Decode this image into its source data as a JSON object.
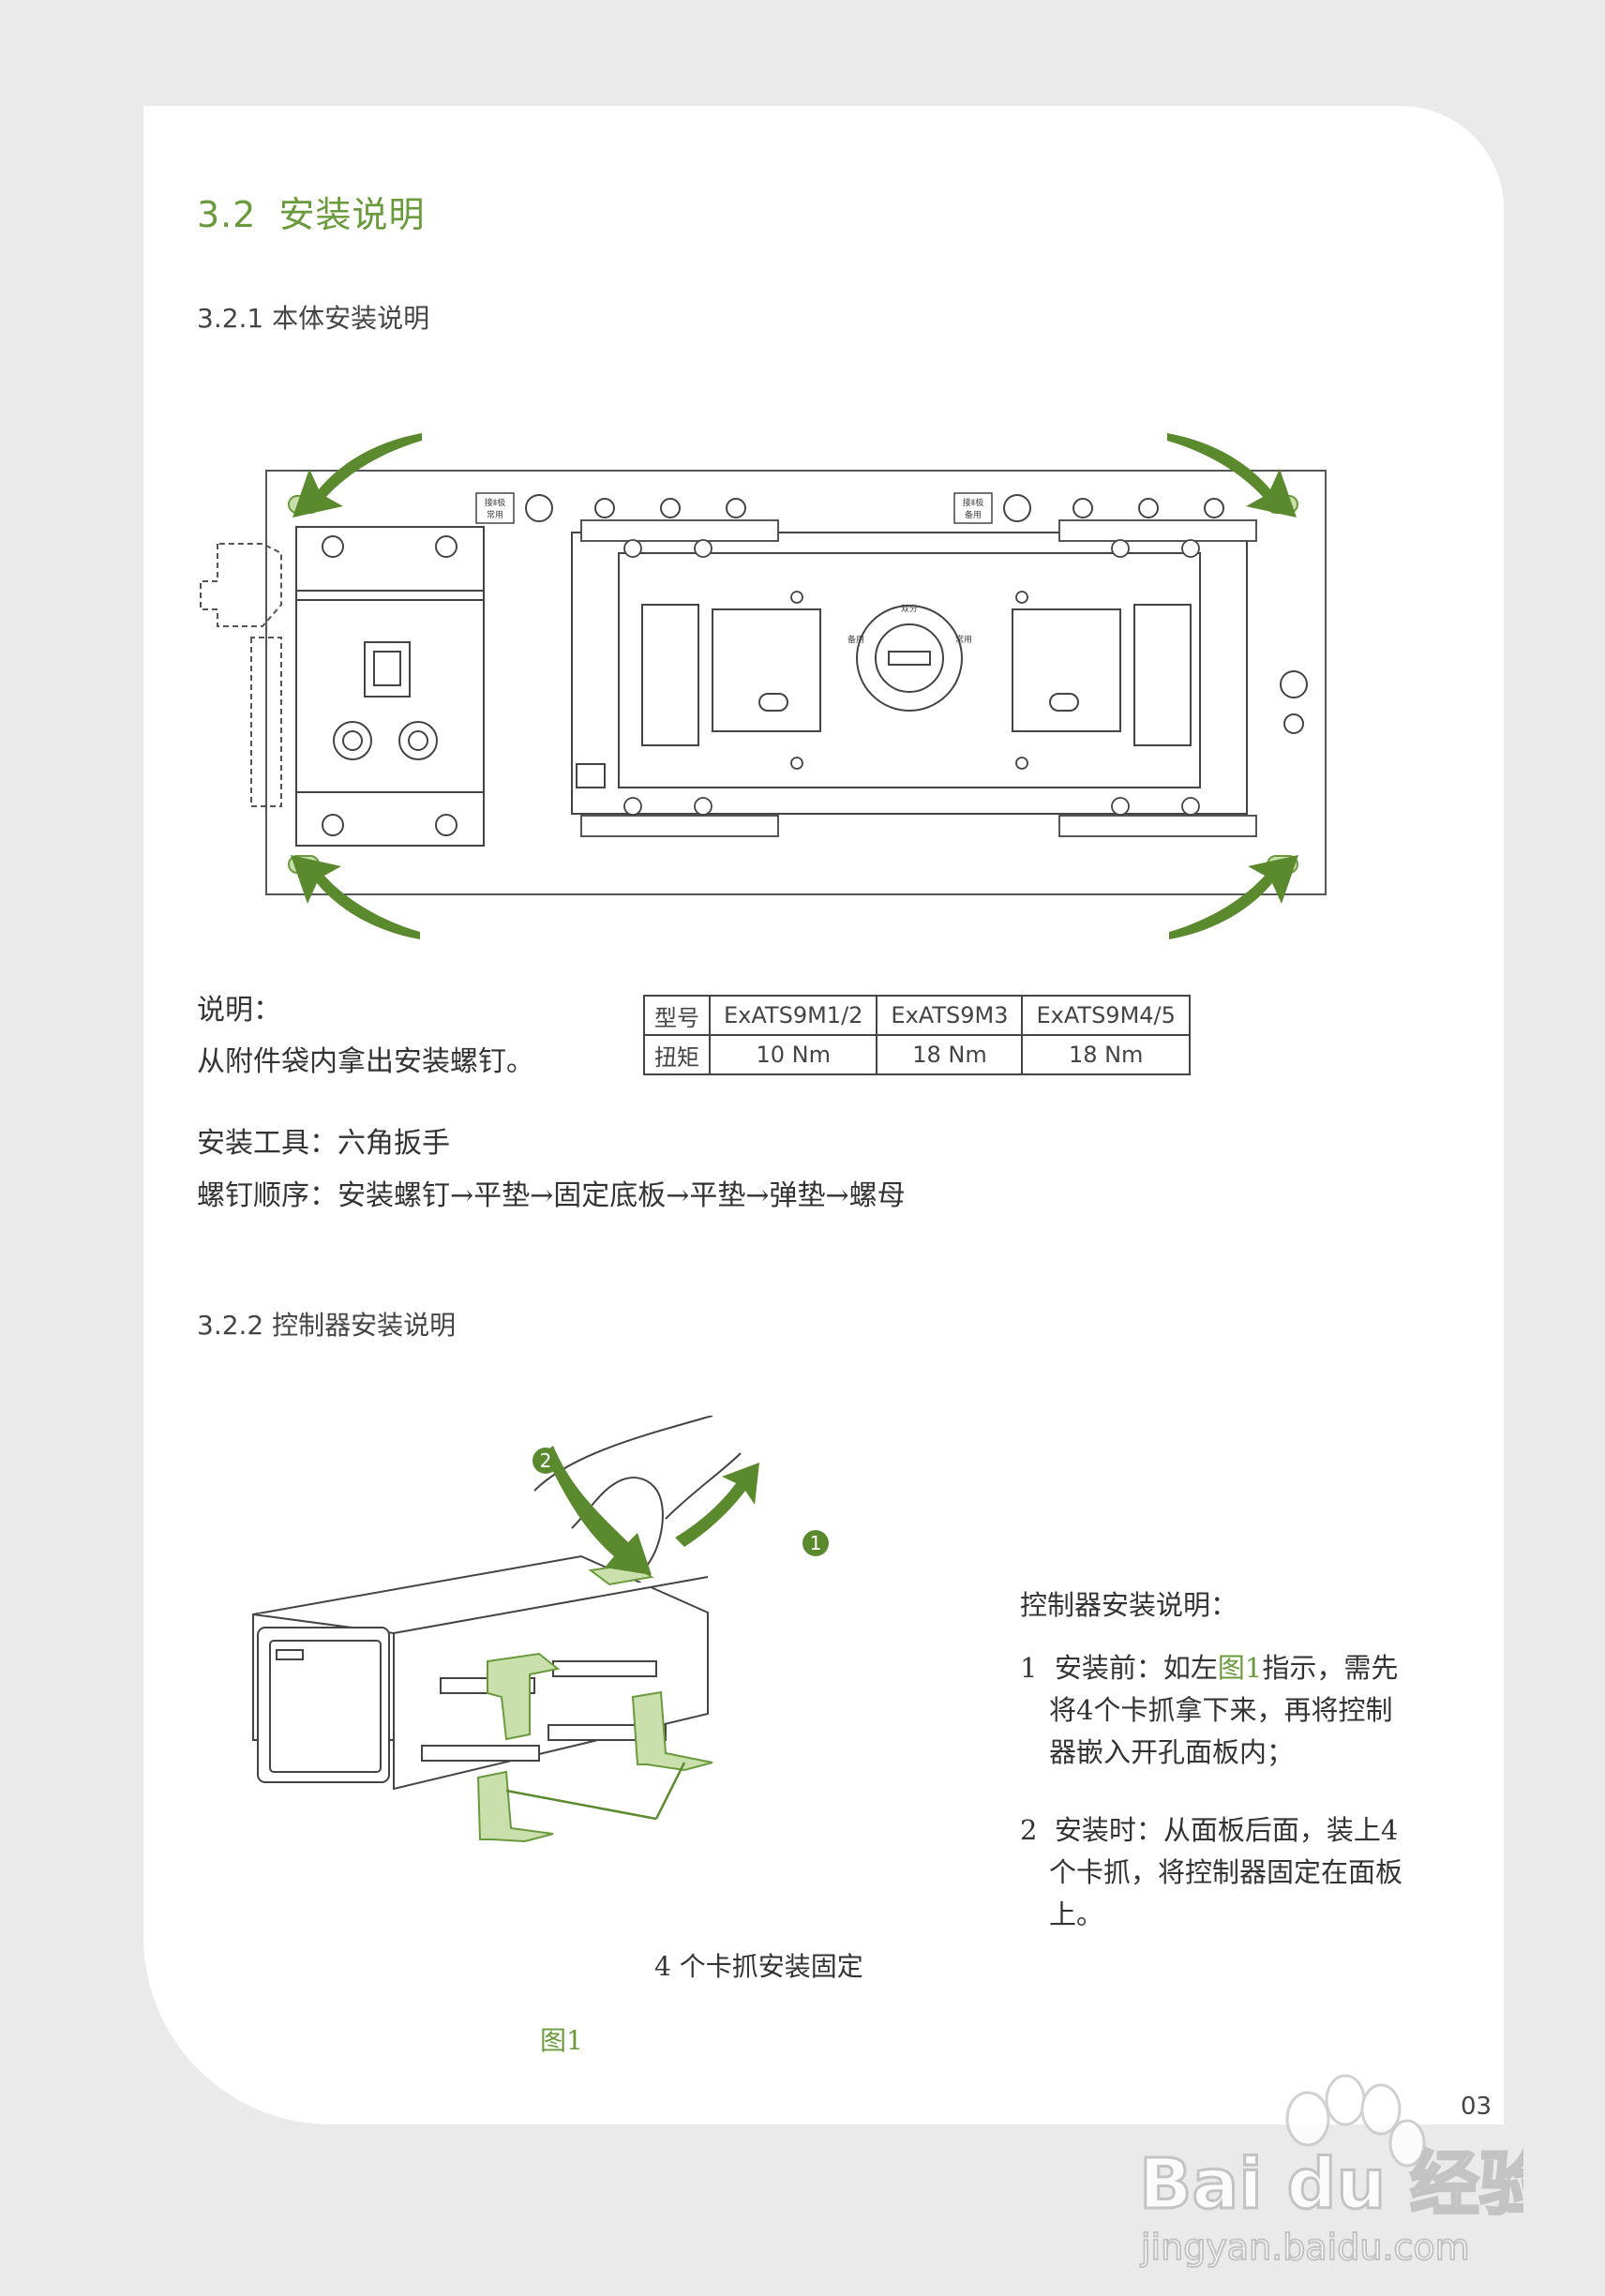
{
  "section": {
    "number": "3.2",
    "title": "安装说明"
  },
  "sub1": {
    "title": "3.2.1 本体安装说明"
  },
  "diagram1": {
    "tag_left": [
      "接Ⅱ极",
      "常用"
    ],
    "tag_right": [
      "接Ⅱ极",
      "备用"
    ],
    "dial_left": "备用",
    "dial_mid": "双分",
    "dial_right": "常用"
  },
  "notes": {
    "label": "说明：",
    "line1": "从附件袋内拿出安装螺钉。",
    "tool": "安装工具：六角扳手",
    "order": "螺钉顺序：安装螺钉→平垫→固定底板→平垫→弹垫→螺母"
  },
  "torque_table": {
    "row1": {
      "label": "型号",
      "values": [
        "ExATS9M1/2",
        "ExATS9M3",
        "ExATS9M4/5"
      ]
    },
    "row2": {
      "label": "扭矩",
      "values": [
        "10 Nm",
        "18 Nm",
        "18 Nm"
      ]
    }
  },
  "sub2": {
    "title": "3.2.2 控制器安装说明"
  },
  "figure1": {
    "step2": "2",
    "step1": "1",
    "callout": "4 个卡抓安装固定",
    "caption": "图1"
  },
  "controller_instructions": {
    "title": "控制器安装说明：",
    "item1_num": "1",
    "item1_pre": "安装前：如左",
    "item1_ref": "图1",
    "item1_post": "指示，需先",
    "item1_line2": "将4个卡抓拿下来，再将控制",
    "item1_line3": "器嵌入开孔面板内；",
    "item2_num": "2",
    "item2_line1": "安装时：从面板后面，装上4",
    "item2_line2": "个卡抓，将控制器固定在面板",
    "item2_line3": "上。"
  },
  "page_number": "03",
  "watermark": {
    "brand": "Bai du 经验",
    "url": "jingyan.baidu.com"
  },
  "colors": {
    "accent_green": "#6a9a3c",
    "page_bg": "#eaeaea"
  }
}
